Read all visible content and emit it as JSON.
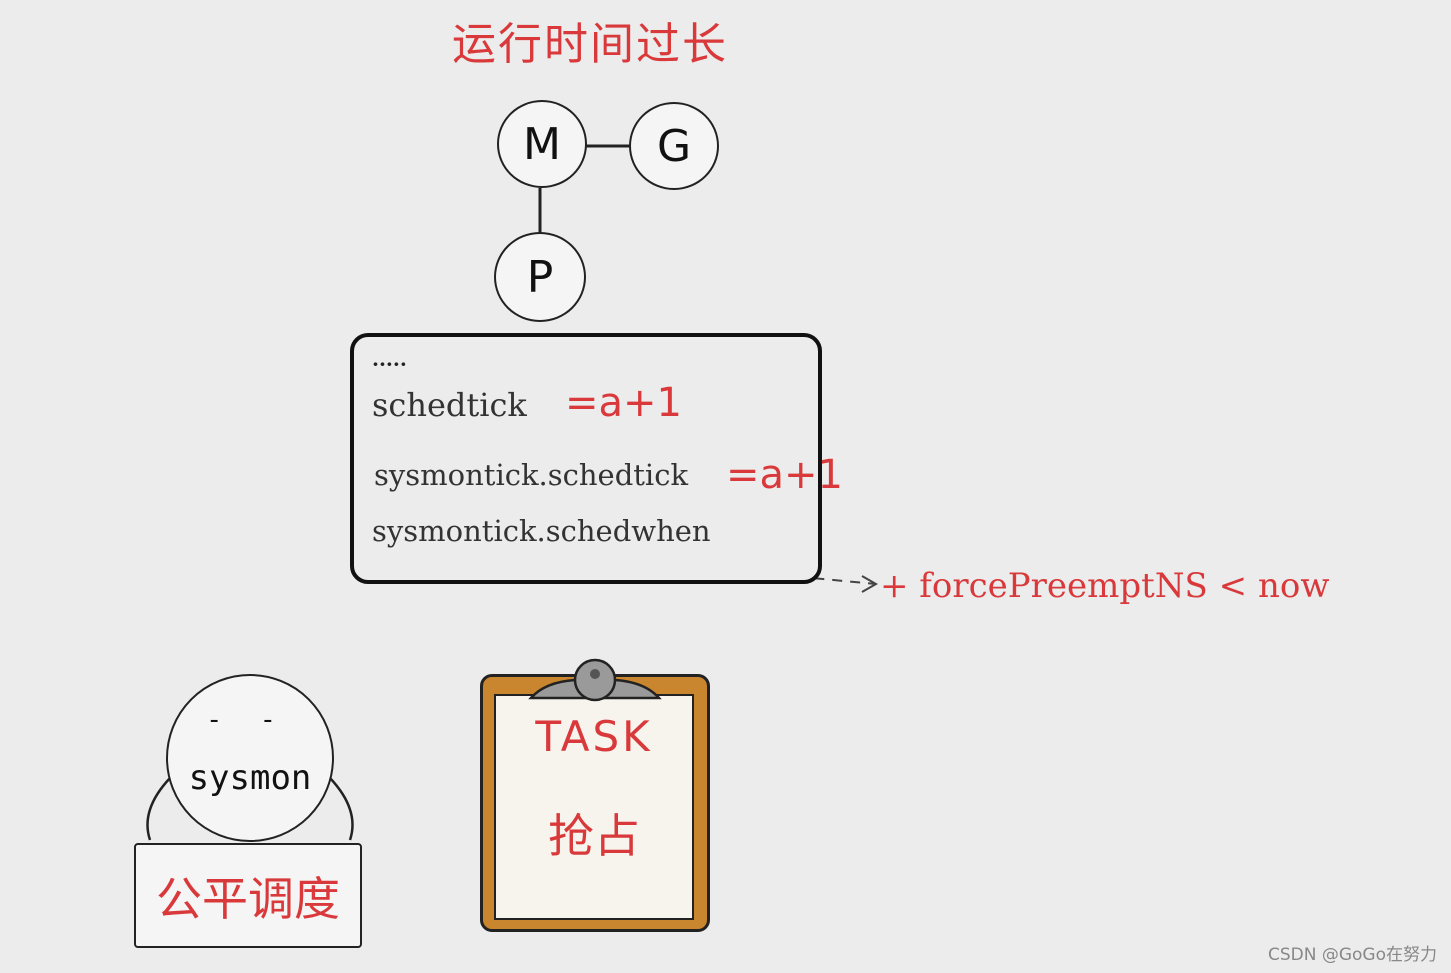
{
  "title": "运行时间过长",
  "nodes": {
    "m": "M",
    "g": "G",
    "p": "P"
  },
  "code": {
    "dots": "·····",
    "line1": "schedtick",
    "line1_value": "=a+1",
    "line2": "sysmontick.schedtick",
    "line2_value": "=a+1",
    "line3": "sysmontick.schedwhen"
  },
  "condition": "+ forcePreemptNS < now",
  "sysmon": {
    "eyes": "- -",
    "label": "sysmon",
    "sign": "公平调度"
  },
  "task": {
    "title": "TASK",
    "subtitle": "抢占"
  },
  "watermark": "CSDN @GoGo在努力",
  "colors": {
    "accent": "#d9393a",
    "clipboard": "#c9862e",
    "background": "#ececec"
  }
}
